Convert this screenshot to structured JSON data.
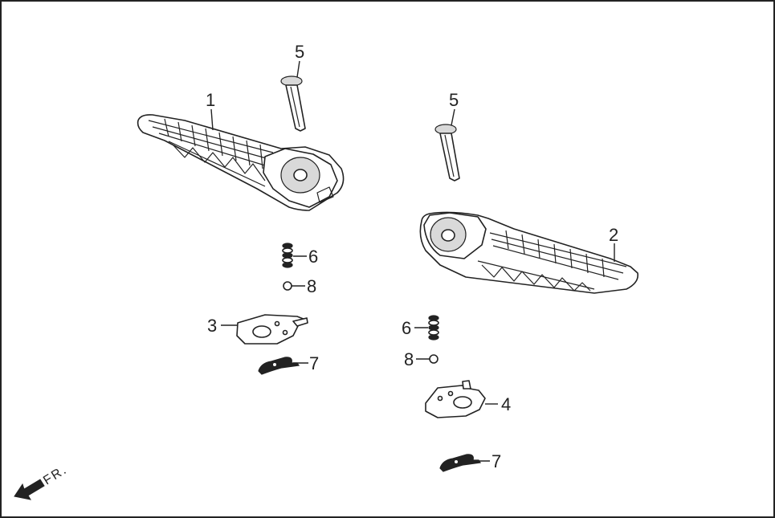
{
  "callouts": [
    {
      "id": "1",
      "text": "1"
    },
    {
      "id": "2",
      "text": "2"
    },
    {
      "id": "3",
      "text": "3"
    },
    {
      "id": "4",
      "text": "4"
    },
    {
      "id": "5a",
      "text": "5"
    },
    {
      "id": "5b",
      "text": "5"
    },
    {
      "id": "6a",
      "text": "6"
    },
    {
      "id": "6b",
      "text": "6"
    },
    {
      "id": "7a",
      "text": "7"
    },
    {
      "id": "7b",
      "text": "7"
    },
    {
      "id": "8a",
      "text": "8"
    },
    {
      "id": "8b",
      "text": "8"
    }
  ],
  "front_indicator": "FR.",
  "colors": {
    "line": "#222222",
    "fill": "#ffffff",
    "shade": "#d9d9d9"
  }
}
